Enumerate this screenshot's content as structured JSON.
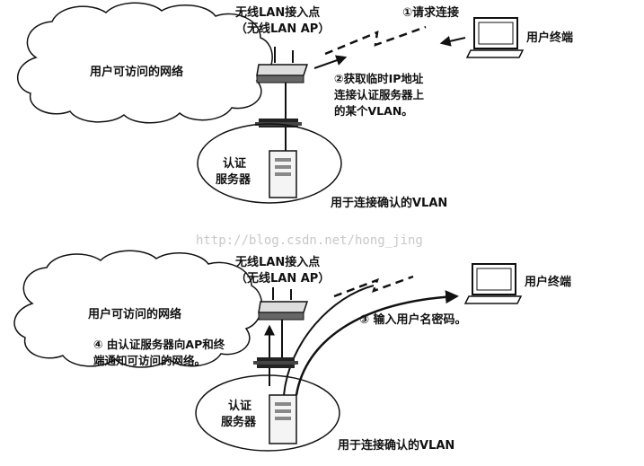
{
  "watermark": "http://blog.csdn.net/hong_jing",
  "top": {
    "ap_label_line1": "无线LAN接入点",
    "ap_label_line2": "（无线LAN AP）",
    "step1": "①请求连接",
    "terminal": "用户终端",
    "network": "用户可访问的网络",
    "step2_line1": "②获取临时IP地址",
    "step2_line2": "连接认证服务器上",
    "step2_line3": "的某个VLAN。",
    "server_line1": "认证",
    "server_line2": "服务器",
    "vlan": "用于连接确认的VLAN"
  },
  "bottom": {
    "ap_label_line1": "无线LAN接入点",
    "ap_label_line2": "（无线LAN AP）",
    "terminal": "用户终端",
    "network": "用户可访问的网络",
    "step3": "③ 输入用户名密码。",
    "step4_line1": "④ 由认证服务器向AP和终",
    "step4_line2": "端通知可访问的网络。",
    "server_line1": "认证",
    "server_line2": "服务器",
    "vlan": "用于连接确认的VLAN"
  }
}
